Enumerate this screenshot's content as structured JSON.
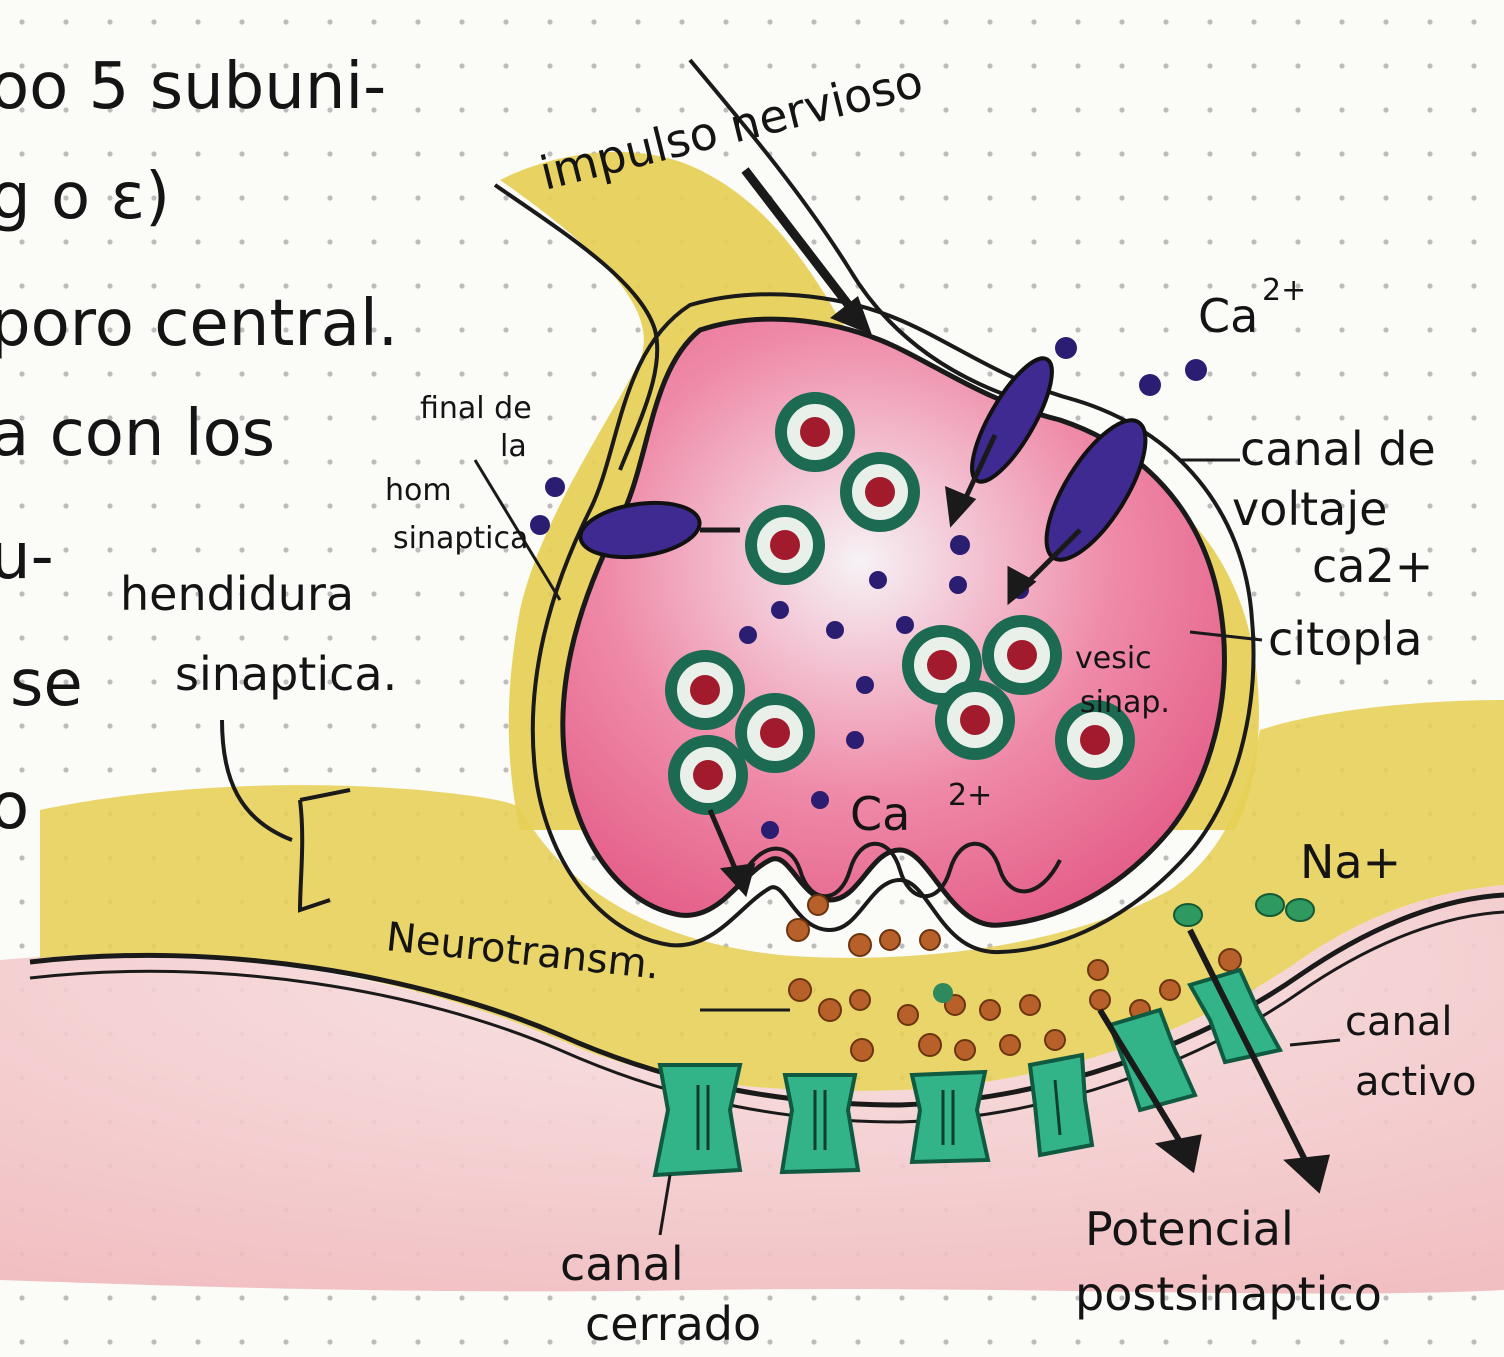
{
  "notes": {
    "line1": "oo 5 subuni-",
    "line2": "g o ε)",
    "line3": "poro central.",
    "line4": "a con los",
    "line5": "u-",
    "line6": "se",
    "line7": "o"
  },
  "labels": {
    "impulso": "impulso nervioso",
    "ca_top": "Ca",
    "ca_top_sup": "2+",
    "canal_voltaje_1": "canal de",
    "canal_voltaje_2": "voltaje",
    "canal_voltaje_3": "ca2+",
    "citoplasma": "citopla",
    "final_1": "final de",
    "final_2": "la",
    "final_3": "hom",
    "final_4": "sinaptica",
    "hendidura_1": "hendidura",
    "hendidura_2": "sinaptica.",
    "vesic_1": "vesic",
    "vesic_2": "sinap.",
    "ca_inner": "Ca",
    "ca_inner_sup": "2+",
    "na": "Na+",
    "neurotrans": "Neurotransm.",
    "canal_activo_1": "canal",
    "canal_activo_2": "activo",
    "canal_cerrado_1": "canal",
    "canal_cerrado_2": "cerrado",
    "potencial_1": "Potencial",
    "potencial_2": "postsinaptico"
  },
  "colors": {
    "paper": "#fbfbf8",
    "axon_yellow": "#e6cf55",
    "terminal_pink": "#ec6a8c",
    "postsynaptic_pink": "#f3c6c6",
    "vesicle_green": "#1c6a52",
    "vesicle_red": "#a11b2c",
    "channel_purple": "#3e2a90",
    "receptor_green": "#33b488",
    "neurotransmitter_brown": "#b8602a",
    "ink": "#141414"
  }
}
